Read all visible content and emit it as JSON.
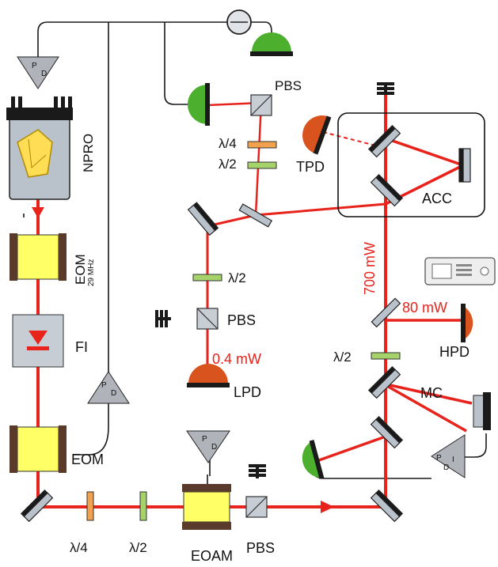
{
  "colors": {
    "beam": "#e8231c",
    "wire": "#1a1a1a",
    "optic_gray": "#b9c1cb",
    "mount_dark": "#262626",
    "crystal_yellow": "#ffff66",
    "mount_brown": "#5a3a2a",
    "pd_green": "#4caf2e",
    "pd_orange": "#d9531e",
    "waveplate_orange": "#f2a24c",
    "waveplate_green": "#a6d26a",
    "fi_red": "#e8231c",
    "enclosure": "#111111"
  },
  "labels": {
    "pbs_top": "PBS",
    "qwp_top": "λ/4",
    "hwp_top": "λ/2",
    "npro": "NPRO",
    "tpd": "TPD",
    "acc": "ACC",
    "eom_top": "EOM",
    "eom_top_freq": "29 MHz",
    "fi": "FI",
    "hwp_mid": "λ/2",
    "pbs_mid": "PBS",
    "power_low": "0.4 mW",
    "lpd": "LPD",
    "power_700": "700 mW",
    "power_80": "80 mW",
    "hpd": "HPD",
    "hwp_right": "λ/2",
    "mc": "MC",
    "eom_bottom": "EOM",
    "qwp_bottom": "λ/4",
    "hwp_bottom": "λ/2",
    "eoam": "EOAM",
    "pbs_bottom": "PBS"
  },
  "amplifier_letters": {
    "p": "P",
    "d": "D",
    "i": "I"
  },
  "icons": [
    "npro-laser-icon",
    "amplifier-triangle-icon",
    "photodiode-icon",
    "beam-dump-icon",
    "signal-mixer-icon",
    "spectrum-analyzer-icon"
  ]
}
